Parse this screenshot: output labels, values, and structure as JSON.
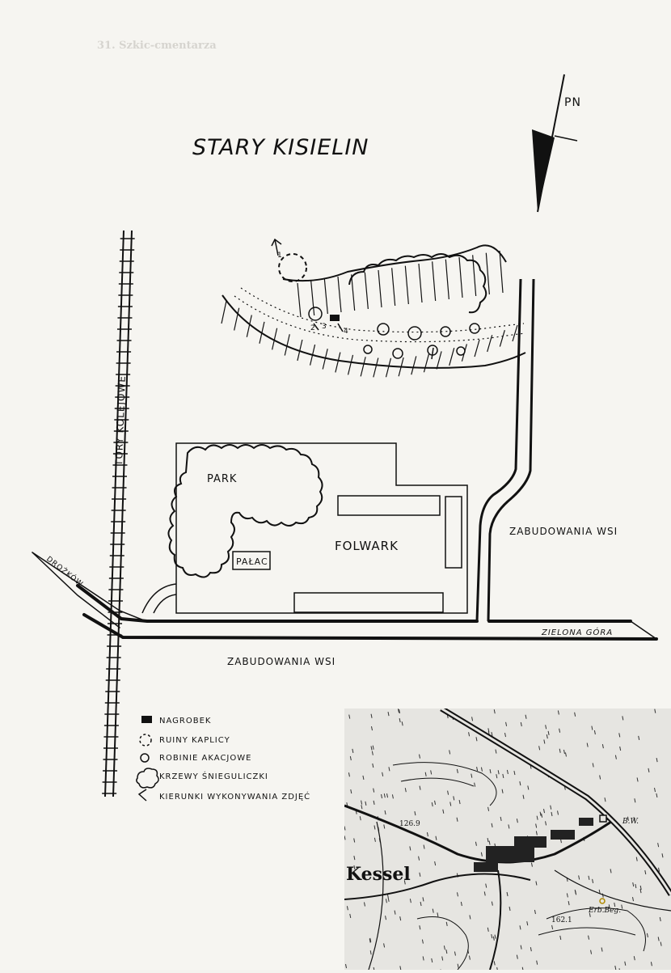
{
  "header": {
    "faded_heading": "31.   Szkic-cmentarza",
    "title": "STARY KISIELIN",
    "north_label": "PN"
  },
  "map_labels": {
    "railway": "TORY KOLEJOWE",
    "road_west": "DROŻKÓW",
    "road_east": "ZIELONA GÓRA",
    "park": "PARK",
    "palace": "PAŁAC",
    "farm": "FOLWARK",
    "village_buildings_east": "ZABUDOWANIA WSI",
    "village_buildings_south": "ZABUDOWANIA WSI",
    "photo_marker_a": "1",
    "photo_marker_b": "2",
    "photo_marker_c": "3",
    "photo_marker_d": "4"
  },
  "legend": {
    "items": [
      {
        "symbol": "filled-square",
        "label": "NAGROBEK"
      },
      {
        "symbol": "dashed-circle",
        "label": "RUINY KAPLICY"
      },
      {
        "symbol": "small-circle",
        "label": "ROBINIE AKACJOWE"
      },
      {
        "symbol": "scalloped-cloud",
        "label": "KRZEWY ŚNIEGULICZKI"
      },
      {
        "symbol": "arrow-caret",
        "label": "KIERUNKI WYKONYWANIA ZDJĘĆ"
      }
    ]
  },
  "inset_map": {
    "town_name": "Kessel",
    "elevation_a": "126.9",
    "elevation_b": "162.1",
    "label_bw": "B.W.",
    "label_erb": "Erb.Beg."
  },
  "colors": {
    "ink": "#111111",
    "paper": "#f6f5f1",
    "inset_paper": "#e9e8e4"
  }
}
